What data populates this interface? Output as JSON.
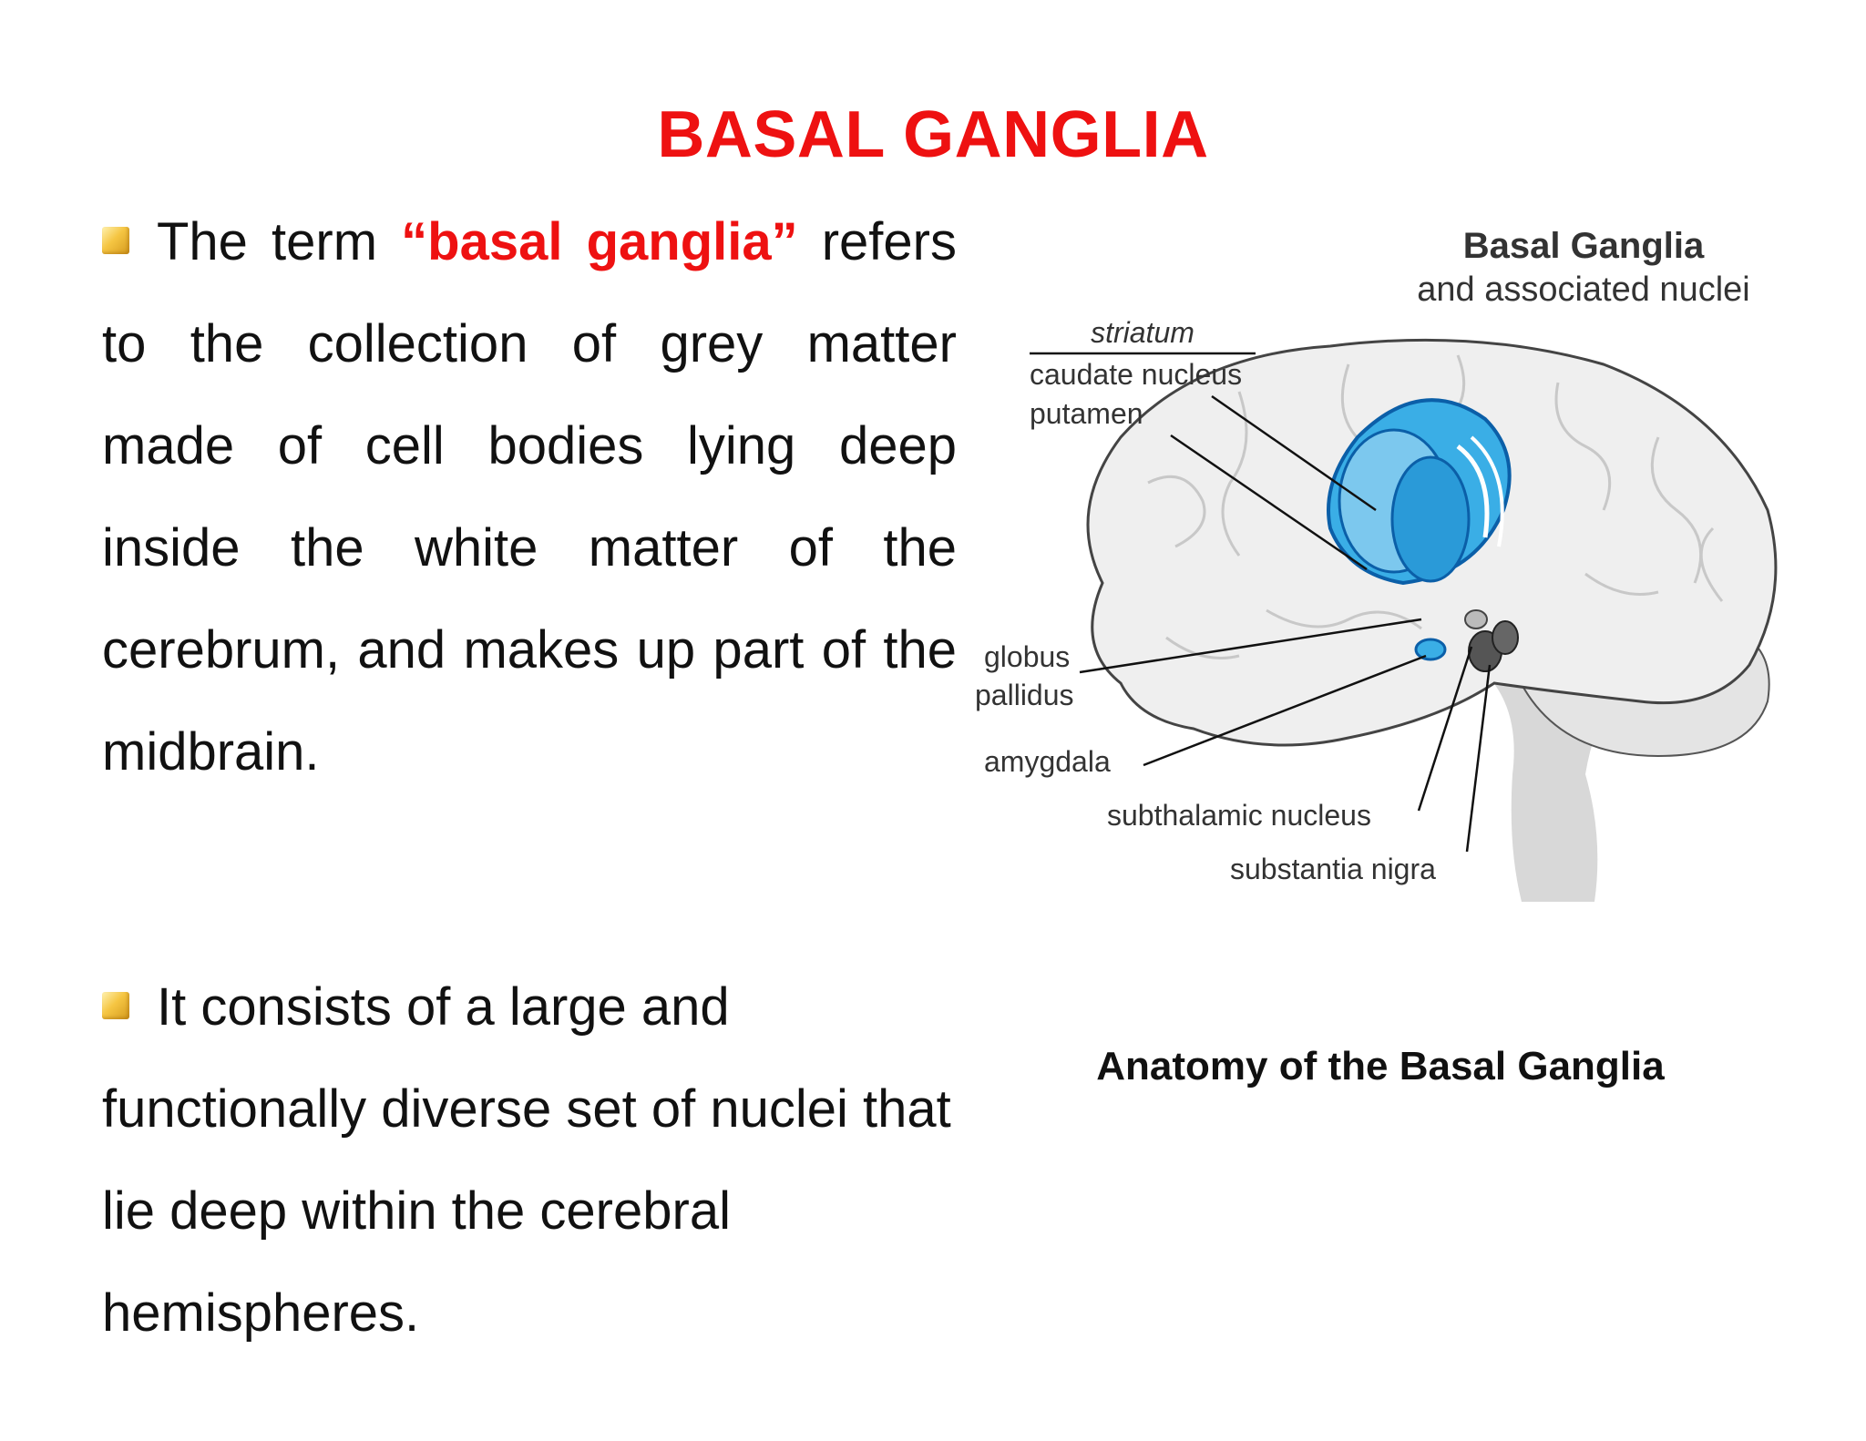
{
  "title": "BASAL GANGLIA",
  "bullets": [
    {
      "lead": "The term ",
      "highlight": "“basal ganglia”",
      "rest": " refers to the collection of grey matter made of cell bodies lying deep inside the white matter of the cerebrum, and makes up part of the midbrain."
    },
    {
      "text": "It consists of a large and functionally diverse set of nuclei that lie deep within the cerebral hemispheres."
    }
  ],
  "figure": {
    "title": "Basal Ganglia",
    "subtitle": "and associated nuclei",
    "labels": {
      "striatum": "striatum",
      "caudate": "caudate nucleus",
      "putamen": "putamen",
      "globus_1": "globus",
      "globus_2": "pallidus",
      "amygdala": "amygdala",
      "subthalamic": "subthalamic nucleus",
      "nigra": "substantia nigra"
    },
    "colors": {
      "title": "#2a6db5",
      "nuclei_fill": "#3aaee6",
      "nuclei_stroke": "#0b5fa8",
      "brain_fill": "#eeeeee",
      "dark_nuclei": "#555555"
    }
  },
  "caption": "Anatomy of the Basal Ganglia",
  "colors": {
    "title": "#ee1111",
    "highlight": "#ee1111",
    "bullet": "#f5c542"
  }
}
